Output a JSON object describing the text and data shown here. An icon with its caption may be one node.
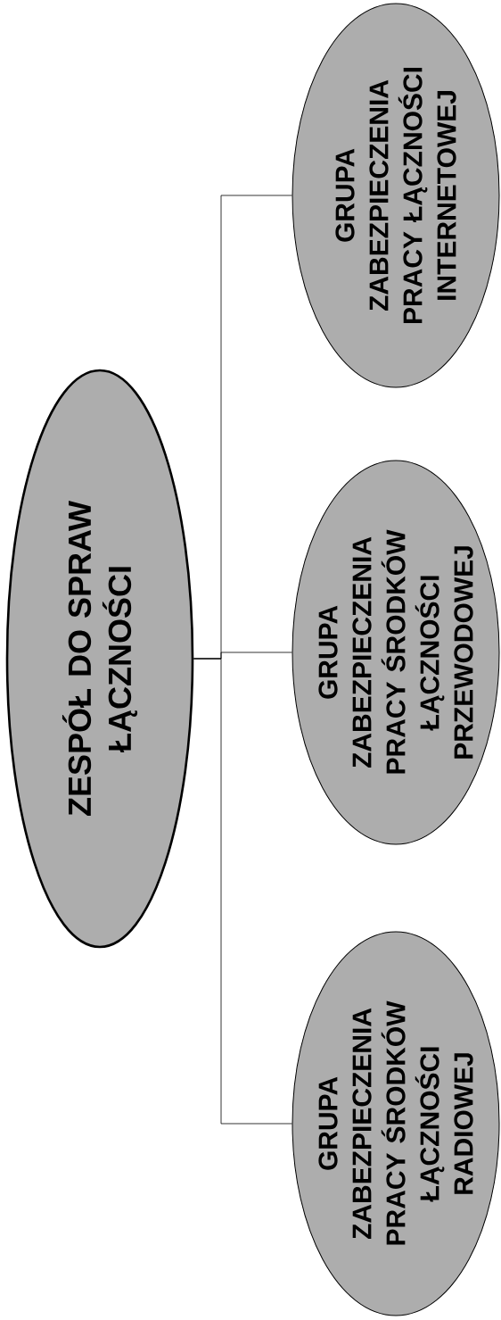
{
  "diagram": {
    "nodes": [
      {
        "text": [
          "ZESPÓŁ DO SPRAW ŁĄCZNOŚCI"
        ]
      },
      {
        "text": [
          "GRUPA ZABEZPIECZENIA PRACY ŚRODKÓW ŁĄCZNOŚCI RADIOWEJ"
        ]
      },
      {
        "text": [
          "GRUPA ZABEZPIECZENIA PRACY ŚRODKÓW ŁĄCZNOŚCI PRZEWODOWEJ"
        ]
      },
      {
        "text": [
          "GRUPA ZABEZPIECZENIA PRACY ŁĄCZNOŚCI INTERNETOWEJ"
        ]
      }
    ],
    "edges": [
      {
        "from": 0,
        "to": 1,
        "arrow": "none"
      },
      {
        "from": 0,
        "to": 2,
        "arrow": "none"
      },
      {
        "from": 0,
        "to": 3,
        "arrow": "none"
      }
    ]
  }
}
